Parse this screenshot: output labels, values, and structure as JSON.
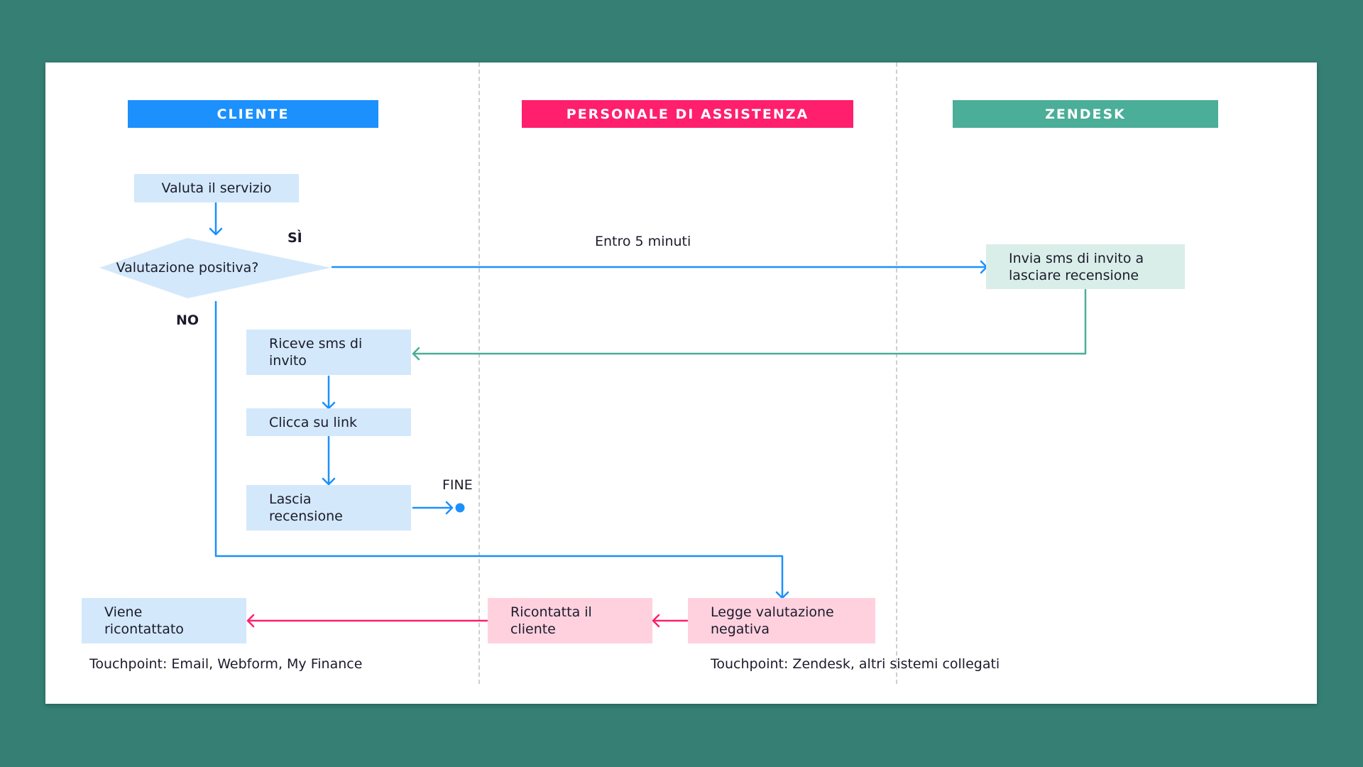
{
  "lanes": {
    "cliente": {
      "title": "CLIENTE",
      "color": "#1c90fd"
    },
    "personale": {
      "title": "PERSONALE DI ASSISTENZA",
      "color": "#ff1f6c"
    },
    "zendesk": {
      "title": "ZENDESK",
      "color": "#4aae98"
    }
  },
  "nodes": {
    "valuta": "Valuta il servizio",
    "decisione": "Valutazione positiva?",
    "invia_sms": "Invia sms di invito a lasciare recensione",
    "riceve_sms": "Riceve sms di invito",
    "clicca": "Clicca su link",
    "lascia": "Lascia recensione",
    "legge": "Legge valutazione negativa",
    "ricontatta": "Ricontatta il cliente",
    "viene": "Viene ricontattato"
  },
  "labels": {
    "si": "SÌ",
    "no": "NO",
    "entro": "Entro 5 minuti",
    "fine": "FINE",
    "touchpoint_cliente": "Touchpoint: Email, Webform, My Finance",
    "touchpoint_zendesk": "Touchpoint: Zendesk, altri sistemi collegati"
  },
  "colors": {
    "blue_arrow": "#1c90fd",
    "green_arrow": "#4aae98",
    "pink_arrow": "#ff1f6c",
    "diamond_fill": "#d3e8fb"
  }
}
